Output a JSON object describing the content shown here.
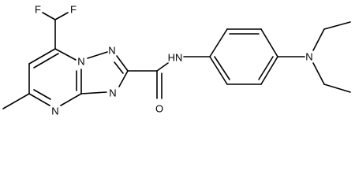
{
  "molecule": {
    "atoms": {
      "f1": "F",
      "f2": "F",
      "n1": "N",
      "n2": "N",
      "n3": "N",
      "n4": "N",
      "nh": "HN",
      "o": "O",
      "n_amine": "N"
    }
  }
}
